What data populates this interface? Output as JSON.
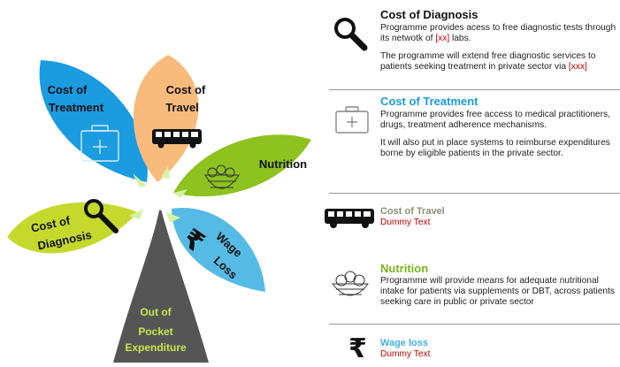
{
  "diagram": {
    "petals": {
      "treatment": {
        "label_1": "Cost of",
        "label_2": "Treatment",
        "color": "#1b9be0"
      },
      "travel": {
        "label_1": "Cost of",
        "label_2": "Travel",
        "color": "#f9bb7c"
      },
      "nutrition": {
        "label": "Nutrition",
        "color": "#8dc21f"
      },
      "diagnosis": {
        "label_1": "Cost of",
        "label_2": "Diagnosis",
        "color": "#c5d92d"
      },
      "wage": {
        "label_1": "Wage",
        "label_2": "Loss",
        "color": "#56bbe4"
      }
    },
    "stem": {
      "label_1": "Out of",
      "label_2": "Pocket",
      "label_3": "Expenditure",
      "color": "#555555",
      "text_color": "#c7e84d"
    }
  },
  "sections": {
    "diagnosis": {
      "title": "Cost of Diagnosis",
      "title_color": "#111111",
      "para1_a": "Programme provides acess to free diagnostic tests through its netwotk of ",
      "para1_tag": "[xx]",
      "para1_b": " labs.",
      "para2_a": "The programme will extend free diagnostic services to patients seeking treatment in private sector via ",
      "para2_tag": "[xxx]",
      "para2_b": ""
    },
    "treatment": {
      "title": "Cost of Treatment",
      "title_color": "#1b9be0",
      "para1": "Programme provides free access to medical practitioners, drugs, treatment adherence mechanisms.",
      "para2": "It will also put in place systems to reimburse expenditures borne by eligible patients in the private sector."
    },
    "travel": {
      "title": "Cost of Travel",
      "title_color": "#8b9178",
      "text": "Dummy Text"
    },
    "nutrition": {
      "title": "Nutrition",
      "title_color": "#78b51c",
      "para1": "Programme will provide means for adequate nutritional intake for patients via supplements or DBT, across patients seeking care in public or private sector"
    },
    "wage": {
      "title": "Wage loss",
      "title_color": "#3fb2e0",
      "text": "Dummy Text"
    }
  },
  "icons": [
    "magnifier-icon",
    "medical-kit-icon",
    "bus-icon",
    "food-basket-icon",
    "rupee-icon",
    "arrow-icon"
  ],
  "accent_red": "#c00000"
}
